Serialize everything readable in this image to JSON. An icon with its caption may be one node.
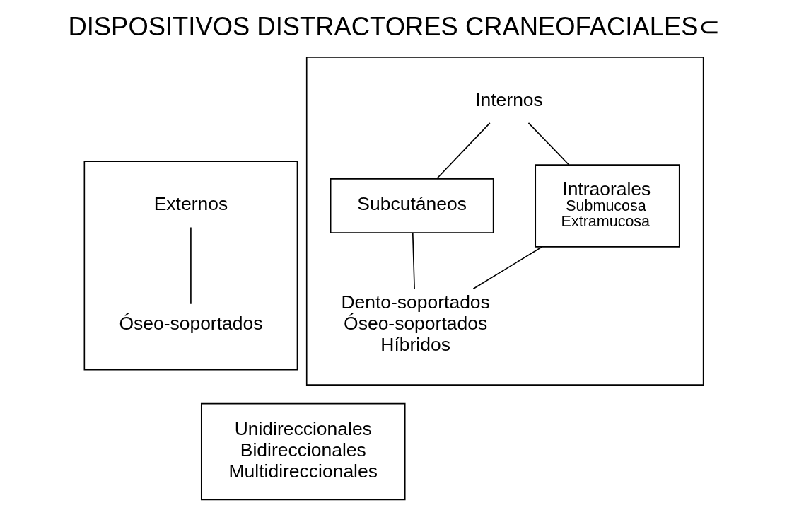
{
  "diagram": {
    "title": "DISPOSITIVOS DISTRACTORES CRANEOFACIALES⊂",
    "nodes": [
      {
        "text": [],
        "shape": "box"
      },
      {
        "text": [
          "Externos"
        ],
        "in": 0
      },
      {
        "text": [
          "Óseo-soportados"
        ],
        "in": 0
      },
      {
        "text": [],
        "shape": "box"
      },
      {
        "text": [
          "Internos"
        ],
        "in": 3
      },
      {
        "text": [
          "Subcutáneos"
        ],
        "in": 3
      },
      {
        "text": [
          "Intraorales",
          "Submucosa Extramucosa"
        ],
        "in": 3
      },
      {
        "text": [
          "Dento-soportados Óseo-soportados Híbridos"
        ],
        "in": 3
      },
      {
        "text": [
          "Unidireccionales Bidireccionales Multidireccionales"
        ]
      }
    ],
    "edges": [
      {
        "from": 1,
        "to": 2,
        "arrow": "none"
      },
      {
        "from": 4,
        "to": 5,
        "arrow": "none"
      },
      {
        "from": 4,
        "to": 6,
        "arrow": "none"
      },
      {
        "from": 5,
        "to": 7,
        "arrow": "none"
      },
      {
        "from": 6,
        "to": 7,
        "arrow": "none"
      }
    ]
  }
}
